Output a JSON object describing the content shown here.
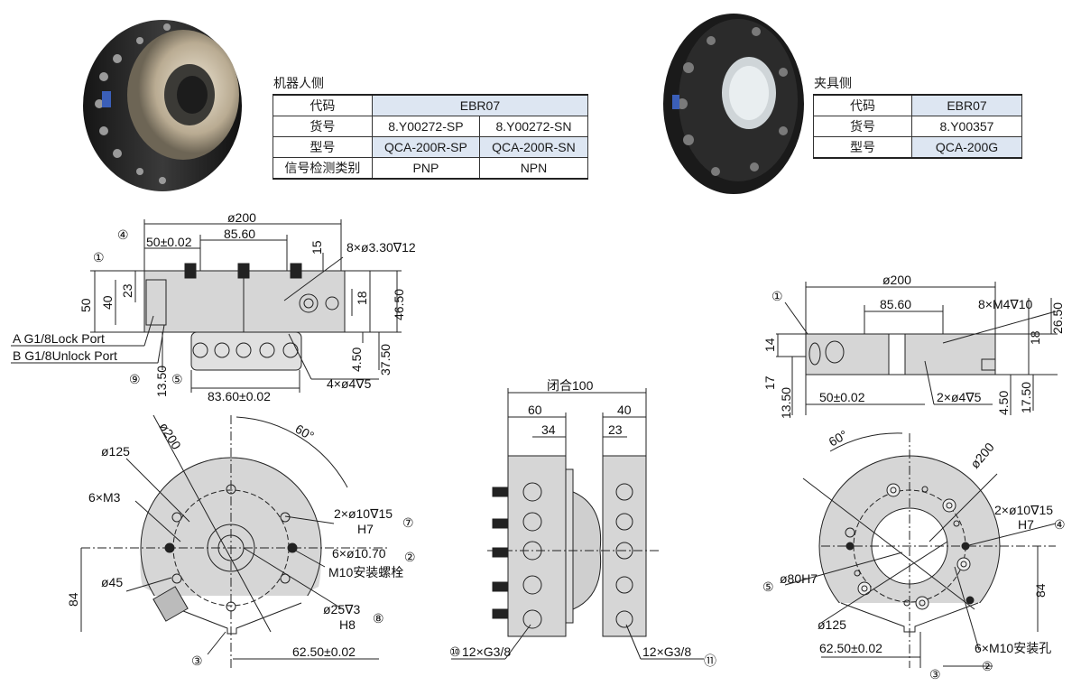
{
  "robot_side": {
    "title": "机器人侧",
    "table": {
      "rows": [
        {
          "label": "代码",
          "values": [
            "EBR07"
          ]
        },
        {
          "label": "货号",
          "values": [
            "8.Y00272-SP",
            "8.Y00272-SN"
          ]
        },
        {
          "label": "型号",
          "values": [
            "QCA-200R-SP",
            "QCA-200R-SN"
          ]
        },
        {
          "label": "信号检测类别",
          "values": [
            "PNP",
            "NPN"
          ]
        }
      ]
    }
  },
  "tool_side": {
    "title": "夹具侧",
    "table": {
      "rows": [
        {
          "label": "代码",
          "values": [
            "EBR07"
          ]
        },
        {
          "label": "货号",
          "values": [
            "8.Y00357"
          ]
        },
        {
          "label": "型号",
          "values": [
            "QCA-200G"
          ]
        }
      ]
    }
  },
  "robot_side_view": {
    "dims": {
      "d200": "ø200",
      "d85": "85.60",
      "d50": "50±0.02",
      "d15": "15",
      "holes": "8×ø3.30∇12",
      "d50v": "50",
      "d40": "40",
      "d23": "23",
      "d18": "18",
      "d4650": "46.50",
      "d3750": "37.50",
      "d450": "4.50",
      "d1350": "13.50",
      "d8360": "83.60±0.02",
      "pins": "4×ø4∇5"
    },
    "ports": [
      "A G1/8Lock Port",
      "B G1/8Unlock Port"
    ],
    "callouts": [
      "①",
      "④",
      "⑨",
      "⑤"
    ]
  },
  "robot_bottom_view": {
    "dims": {
      "d200": "ø200",
      "angle": "60°",
      "d125": "ø125",
      "m3": "6×M3",
      "d45": "ø45",
      "d84": "84",
      "h1": "2×ø10∇15",
      "h1b": "H7",
      "h2": "6×ø10.70",
      "h2b": "M10安装螺栓",
      "h3": "ø25∇3",
      "h3b": "H8",
      "d6250": "62.50±0.02"
    },
    "callouts": [
      "⑦",
      "②",
      "⑧",
      "③"
    ]
  },
  "middle_view": {
    "dims": {
      "closed": "闭合100",
      "d60": "60",
      "d40": "40",
      "d34": "34",
      "d23": "23"
    },
    "ports_left": "12×G3/8",
    "ports_right": "12×G3/8",
    "callouts": [
      "⑩",
      "⑪"
    ]
  },
  "tool_side_view": {
    "dims": {
      "d200": "ø200",
      "d85": "85.60",
      "holes": "8×M4∇10",
      "d2650": "26.50",
      "d18": "18",
      "d14": "14",
      "d17": "17",
      "d1350": "13.50",
      "d50": "50±0.02",
      "pins": "2×ø4∇5",
      "d450": "4.50",
      "d1750": "17.50"
    },
    "callouts": [
      "①"
    ]
  },
  "tool_bottom_view": {
    "dims": {
      "angle": "60°",
      "d200": "ø200",
      "h1": "2×ø10∇15",
      "h1b": "H7",
      "d80": "ø80H7",
      "d84": "84",
      "d125": "ø125",
      "d6250": "62.50±0.02",
      "m10": "6×M10安装孔"
    },
    "callouts": [
      "④",
      "⑤",
      "③",
      "②"
    ]
  },
  "colors": {
    "highlight": "#dde6f2",
    "line": "#222222",
    "part": "#d6d6d6"
  }
}
